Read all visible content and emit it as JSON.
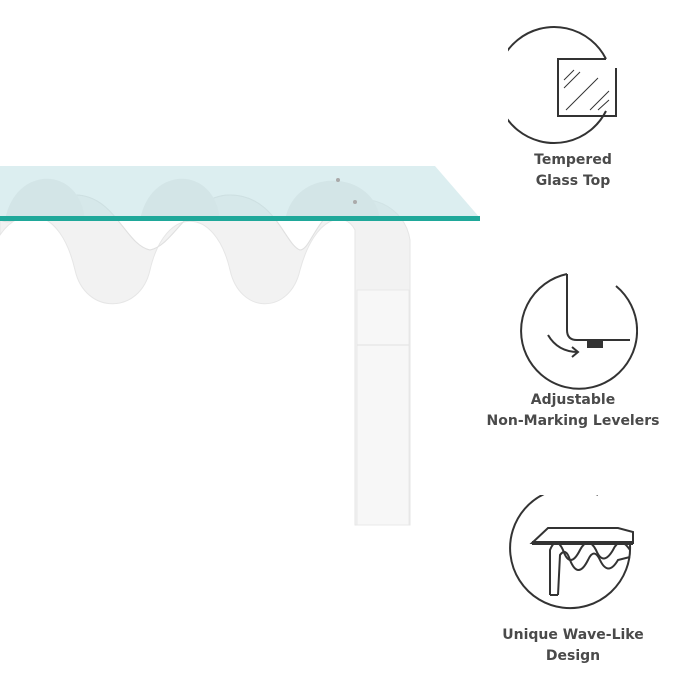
{
  "product": {
    "name": "wave-console-table",
    "glass_color": "#bfe0e4",
    "glass_edge_color": "#1fa89a",
    "base_color": "#f2f2f2"
  },
  "features": [
    {
      "icon": "glass-panel-icon",
      "line1": "Tempered",
      "line2": "Glass Top"
    },
    {
      "icon": "leveler-foot-icon",
      "line1": "Adjustable",
      "line2": "Non-Marking Levelers"
    },
    {
      "icon": "wave-table-icon",
      "line1": "Unique Wave-Like",
      "line2": "Design"
    }
  ],
  "colors": {
    "icon_stroke": "#333333",
    "label_text": "#4a4a4a"
  }
}
